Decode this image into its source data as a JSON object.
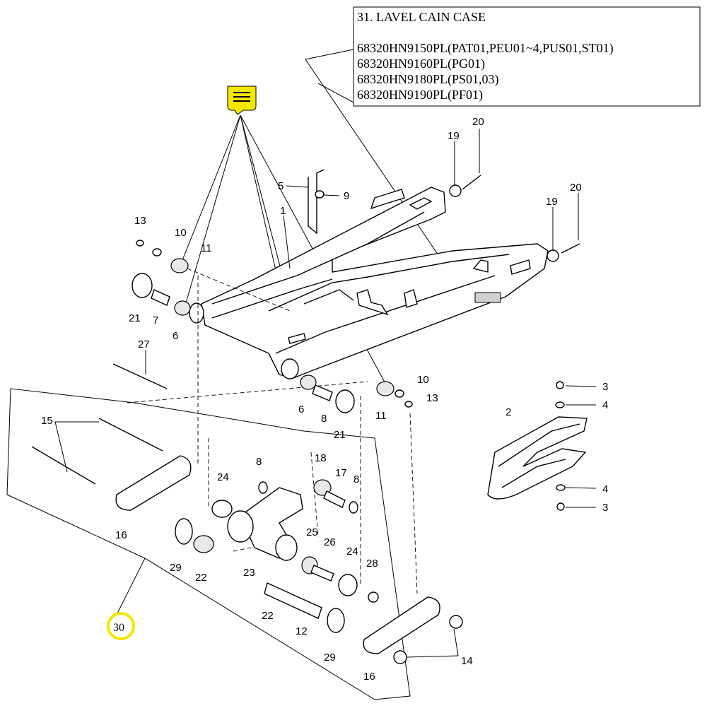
{
  "info_box": {
    "title": "31. LAVEL CAIN CASE",
    "lines": [
      "68320HN9150PL(PAT01,PEU01~4,PUS01,ST01)",
      "68320HN9160PL(PG01)",
      "68320HN9180PL(PS01,03)",
      "68320HN9190PL(PF01)"
    ]
  },
  "callout": {
    "label": "30",
    "color": "#f5e600"
  },
  "label_icon": {
    "name": "note-label-icon",
    "color": "#f5e600"
  },
  "labels": {
    "p1": "1",
    "p2": "2",
    "p3a": "3",
    "p3b": "3",
    "p4a": "4",
    "p4b": "4",
    "p5": "5",
    "p6a": "6",
    "p6b": "6",
    "p7": "7",
    "p8a": "8",
    "p8b": "8",
    "p8c": "8",
    "p9": "9",
    "p10a": "10",
    "p10b": "10",
    "p11a": "11",
    "p11b": "11",
    "p12": "12",
    "p13a": "13",
    "p13b": "13",
    "p14": "14",
    "p15": "15",
    "p16a": "16",
    "p16b": "16",
    "p17": "17",
    "p18": "18",
    "p19a": "19",
    "p19b": "19",
    "p20a": "20",
    "p20b": "20",
    "p21a": "21",
    "p21b": "21",
    "p22a": "22",
    "p22b": "22",
    "p23": "23",
    "p24a": "24",
    "p24b": "24",
    "p25": "25",
    "p26": "26",
    "p27": "27",
    "p28": "28",
    "p29a": "29",
    "p29b": "29"
  }
}
